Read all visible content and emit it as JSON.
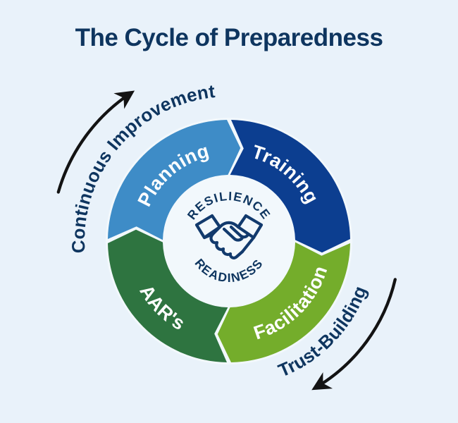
{
  "title": "The Cycle of Preparedness",
  "diagram": {
    "direction": "clockwise",
    "segments": [
      {
        "label": "Planning",
        "color": "#3e8cc7",
        "position": "top-left"
      },
      {
        "label": "Training",
        "color": "#0c3e90",
        "position": "top-right"
      },
      {
        "label": "Facilitation",
        "color": "#74ad2b",
        "position": "bottom-right"
      },
      {
        "label": "AAR's",
        "color": "#2e7440",
        "position": "bottom-left"
      }
    ],
    "center": {
      "top_label": "RESILIENCE",
      "bottom_label": "READINESS",
      "icon": "handshake-icon"
    },
    "annotations": [
      {
        "label": "Continuous Improvement",
        "position": "top-left",
        "arrow": "curved, pointing up-right"
      },
      {
        "label": "Trust-Building",
        "position": "bottom-right",
        "arrow": "curved, pointing down-left"
      }
    ],
    "colors": {
      "background": "#e9f2fa",
      "ring_backing": "#f2f8fc",
      "heading_text": "#0e355f",
      "segment_text": "#ffffff",
      "icon_stroke": "#123a6d",
      "arrow": "#131313"
    }
  }
}
